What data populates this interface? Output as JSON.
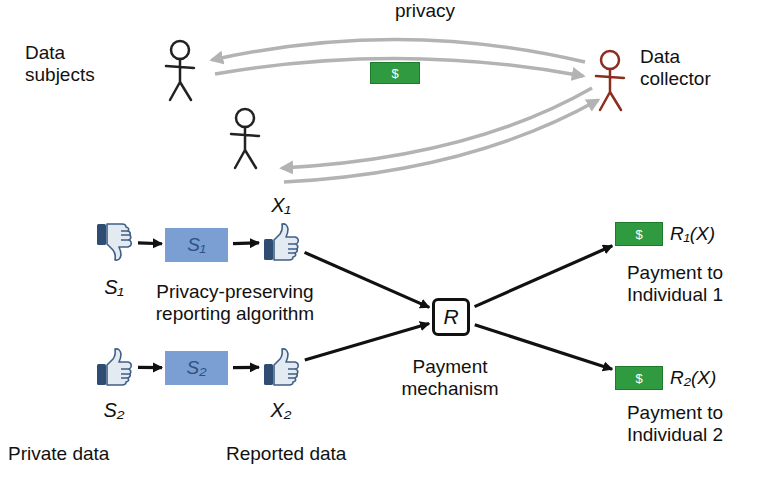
{
  "diagram": {
    "nodes": [
      {
        "text": [
          "S₁"
        ]
      },
      {
        "text": [
          "S₁"
        ]
      },
      {
        "text": [
          "X₁"
        ]
      },
      {
        "text": [
          "S₂"
        ]
      },
      {
        "text": [
          "S₂"
        ]
      },
      {
        "text": [
          "X₂"
        ]
      },
      {
        "text": [
          "R"
        ]
      },
      {
        "text": [
          "$",
          "R₁(X)"
        ]
      },
      {
        "text": [
          "$",
          "R₂(X)"
        ]
      },
      {
        "text": [
          "$"
        ]
      }
    ],
    "edges": [
      {
        "from": 0,
        "to": 1,
        "arrow": "to"
      },
      {
        "from": 1,
        "to": 2,
        "arrow": "to"
      },
      {
        "from": 3,
        "to": 4,
        "arrow": "to"
      },
      {
        "from": 4,
        "to": 5,
        "arrow": "to"
      },
      {
        "from": 2,
        "to": 6,
        "arrow": "to"
      },
      {
        "from": 5,
        "to": 6,
        "arrow": "to"
      },
      {
        "from": 6,
        "to": 7,
        "arrow": "to"
      },
      {
        "from": 6,
        "to": 8,
        "arrow": "to"
      }
    ],
    "labels": [
      "privacy",
      "Data subjects",
      "Data collector",
      "Privacy-preserving reporting algorithm",
      "Payment mechanism",
      "Payment to Individual 1",
      "Payment to Individual 2",
      "Private data",
      "Reported data"
    ]
  }
}
